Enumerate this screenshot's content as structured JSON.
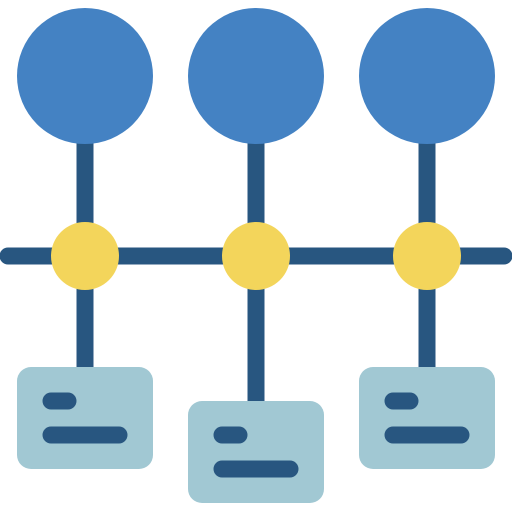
{
  "icon": {
    "name": "timeline-icon",
    "colors": {
      "line": "#285680",
      "top_circle": "#4482c3",
      "node": "#f3d55b",
      "card": "#a1c8d3"
    },
    "columns": [
      {
        "name": "column-1"
      },
      {
        "name": "column-2"
      },
      {
        "name": "column-3"
      }
    ]
  }
}
